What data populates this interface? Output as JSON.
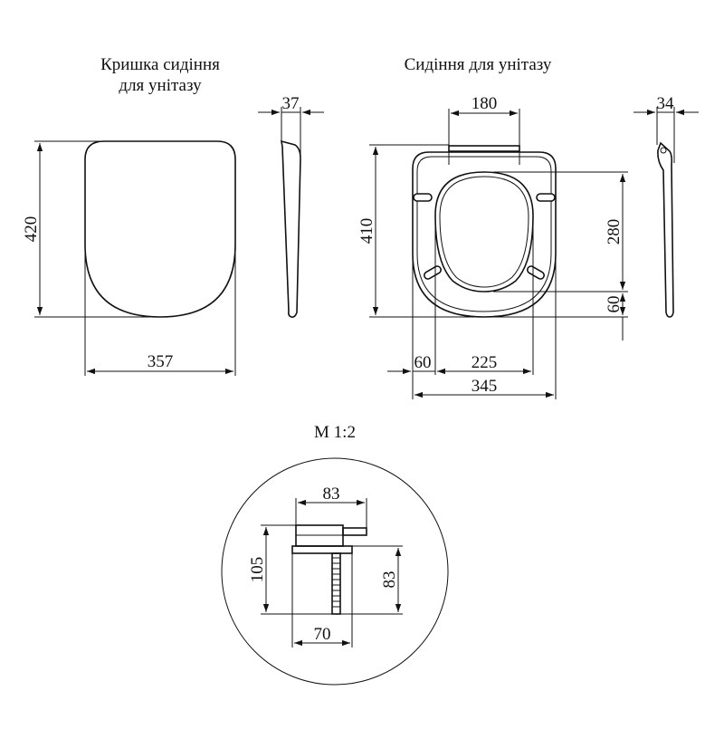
{
  "titles": {
    "lid_line1": "Кришка сидіння",
    "lid_line2": "для унітазу",
    "seat": "Сидіння для унітазу",
    "scale": "М 1:2"
  },
  "lid": {
    "height": "420",
    "width": "357",
    "thickness": "37"
  },
  "seat": {
    "hinge_spacing": "180",
    "height": "410",
    "inner_height": "280",
    "bottom_offset": "60",
    "left_offset": "60",
    "inner_width": "225",
    "outer_width": "345",
    "thickness": "34"
  },
  "hinge": {
    "top_width": "83",
    "height": "105",
    "bolt_height": "83",
    "base_width": "70"
  }
}
